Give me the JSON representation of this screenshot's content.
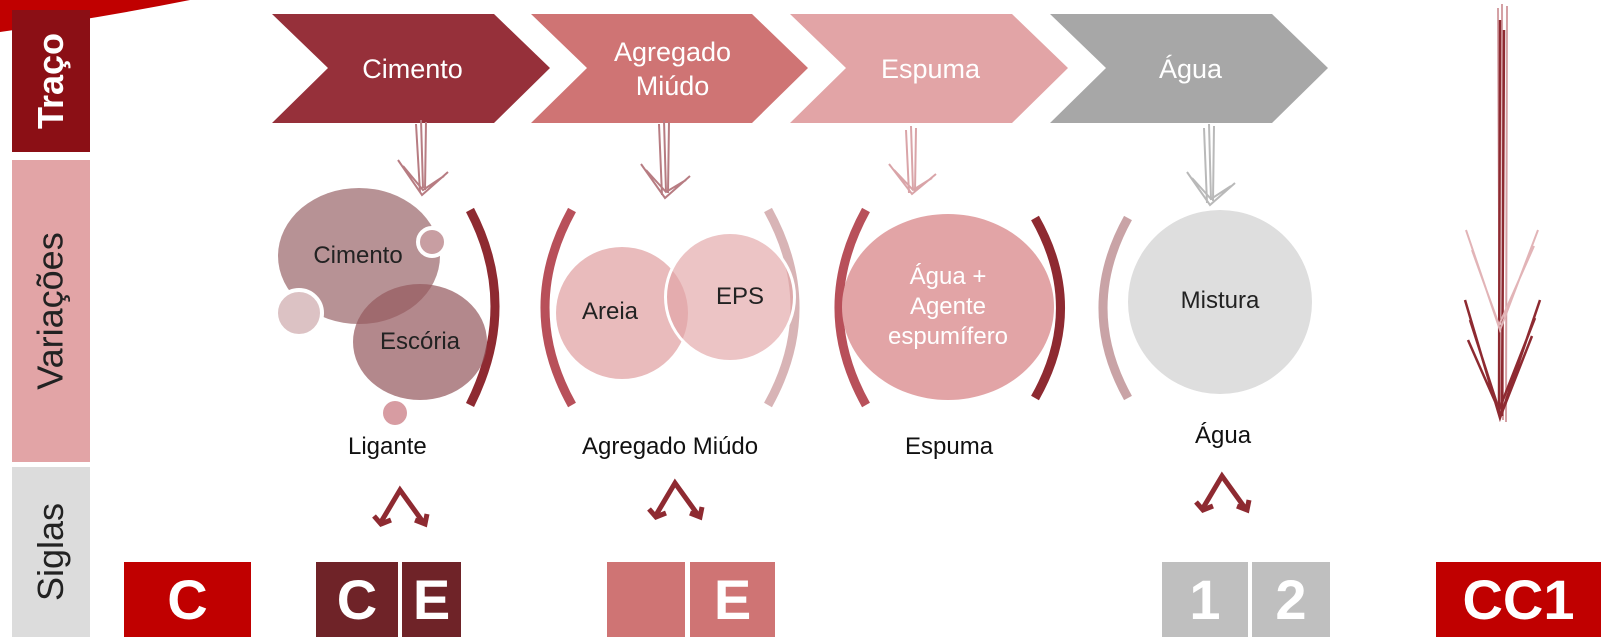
{
  "rows": {
    "traco": "Traço",
    "variacoes": "Variações",
    "siglas": "Siglas"
  },
  "chevrons": [
    {
      "text": "Cimento",
      "color": "#96303a"
    },
    {
      "text": "Agregado\nMiúdo",
      "color": "#cf7474"
    },
    {
      "text": "Espuma",
      "color": "#e2a4a6"
    },
    {
      "text": "Água",
      "color": "#a7a7a7"
    }
  ],
  "variations": {
    "binder": {
      "cement": "Cimento",
      "slag": "Escória",
      "label": "Ligante"
    },
    "aggregate": {
      "sand": "Areia",
      "eps": "EPS",
      "label": "Agregado Miúdo"
    },
    "foam": {
      "content": "Água +\nAgente\nespumífero",
      "label": "Espuma"
    },
    "water": {
      "content": "Mistura",
      "label": "Água"
    }
  },
  "codes": {
    "c": "C",
    "binder_c": "C",
    "binder_e": "E",
    "aggregate_blank": "",
    "aggregate_e": "E",
    "water_1": "1",
    "water_2": "2",
    "result": "CC1"
  },
  "colors": {
    "red": "#c00000",
    "dark_red": "#6f2328",
    "rose": "#cf7474",
    "gray": "#bfbfbf"
  }
}
